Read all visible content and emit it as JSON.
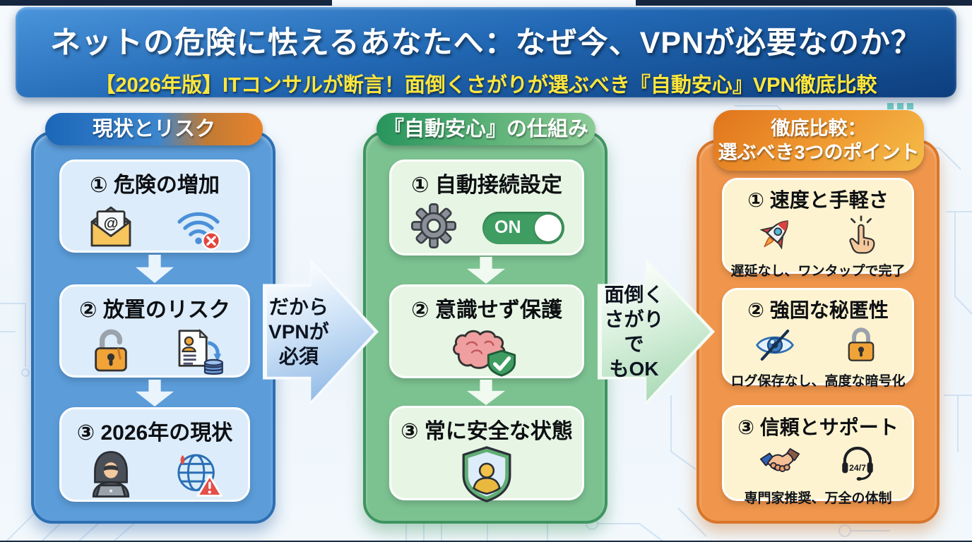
{
  "header": {
    "title": "ネットの危険に怯えるあなたへ：なぜ今、VPNが必要なのか？",
    "subtitle": "【2026年版】ITコンサルが断言！面倒くさがりが選ぶべき『自動安心』VPN徹底比較"
  },
  "columns": [
    {
      "header": "現状とリスク",
      "accent": "#2d6fb3",
      "items": [
        {
          "title": "① 危険の増加",
          "icons": [
            "email-at-icon",
            "wifi-danger-icon"
          ]
        },
        {
          "title": "② 放置のリスク",
          "icons": [
            "broken-lock-icon",
            "data-leak-icon"
          ]
        },
        {
          "title": "③ 2026年の現状",
          "icons": [
            "hacker-icon",
            "globe-warning-icon"
          ]
        }
      ]
    },
    {
      "header": "『自動安心』の仕組み",
      "accent": "#3f9460",
      "items": [
        {
          "title": "① 自動接続設定",
          "icons": [
            "gear-icon",
            "toggle-on-switch"
          ],
          "toggle_label": "ON"
        },
        {
          "title": "② 意識せず保護",
          "icons": [
            "brain-shield-check-icon"
          ]
        },
        {
          "title": "③ 常に安全な状態",
          "icons": [
            "shield-user-icon"
          ]
        }
      ]
    },
    {
      "header_line1": "徹底比較：",
      "header_line2": "選ぶべき3つのポイント",
      "accent": "#d8762a",
      "items": [
        {
          "title": "① 速度と手軽さ",
          "icons": [
            "rocket-icon",
            "tap-finger-icon"
          ],
          "caption": "遅延なし、ワンタップで完了"
        },
        {
          "title": "② 強固な秘匿性",
          "icons": [
            "no-log-eye-icon",
            "lock-icon"
          ],
          "caption": "ログ保存なし、高度な暗号化"
        },
        {
          "title": "③ 信頼とサポート",
          "icons": [
            "handshake-icon",
            "headset-icon"
          ],
          "caption": "専門家推奨、万全の体制",
          "badge": "24/7"
        }
      ]
    }
  ],
  "arrows": {
    "left": {
      "line1": "だから",
      "line2": "VPNが",
      "line3": "必須"
    },
    "right": {
      "line1": "面倒く",
      "line2": "さがりで",
      "line3": "もOK"
    }
  },
  "status_colors": {
    "danger_red": "#e2443b",
    "toggle_green": "#3f9d62",
    "highlight_yellow": "#ffe63c"
  }
}
